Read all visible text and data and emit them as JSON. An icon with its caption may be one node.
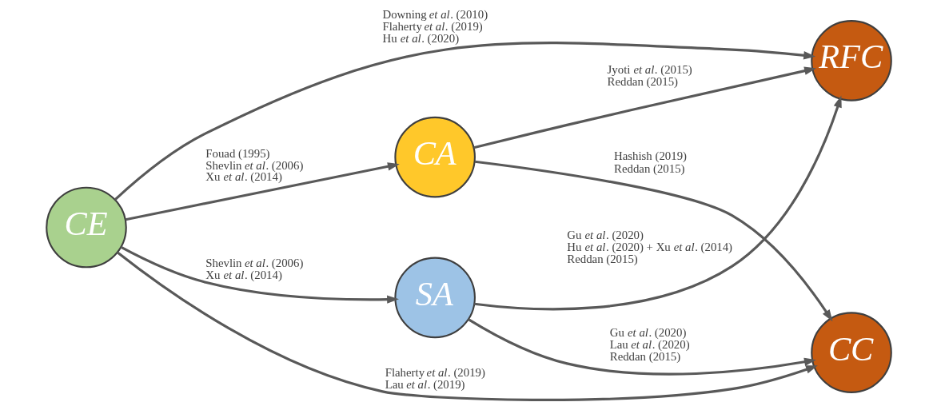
{
  "diagram": {
    "nodes": [
      {
        "text": [
          "CE"
        ]
      },
      {
        "text": [
          "SA"
        ]
      },
      {
        "text": [
          "RFC"
        ]
      },
      {
        "text": [
          "CC"
        ]
      },
      {
        "text": [
          "CA"
        ]
      }
    ],
    "edges": [
      {
        "from": 0,
        "to": 1,
        "arrow": "to",
        "label": "Shevlin *et al*. (2006) Xu *et al*. (2014)"
      },
      {
        "from": 0,
        "to": 2,
        "arrow": "to",
        "label": "Downing *et al*. (2010) Flaherty *et al*. (2019) Hu *et al*. (2020)"
      },
      {
        "from": 0,
        "to": 3,
        "arrow": "to",
        "label": "Flaherty *et al*. (2019) Lau *et al*. (2019)"
      },
      {
        "from": 0,
        "to": 4,
        "arrow": "to",
        "label": "Fouad (1995) Shevlin *et al*. (2006) Xu *et al*. (2014)"
      },
      {
        "from": 1,
        "to": 2,
        "arrow": "to",
        "label": "Gu *et al*. (2020) Hu *et al*. (2020) + Xu *et al*. (2014) Reddan (2015)"
      },
      {
        "from": 1,
        "to": 3,
        "arrow": "to",
        "label": "Gu *et al*. (2020) Lau *et al*. (2020) Reddan (2015)"
      },
      {
        "from": 4,
        "to": 2,
        "arrow": "to",
        "label": "Jyoti *et al*. (2015) Reddan (2015)"
      },
      {
        "from": 4,
        "to": 3,
        "arrow": "to",
        "label": "Hashish (2019) Reddan (2015)"
      }
    ]
  }
}
